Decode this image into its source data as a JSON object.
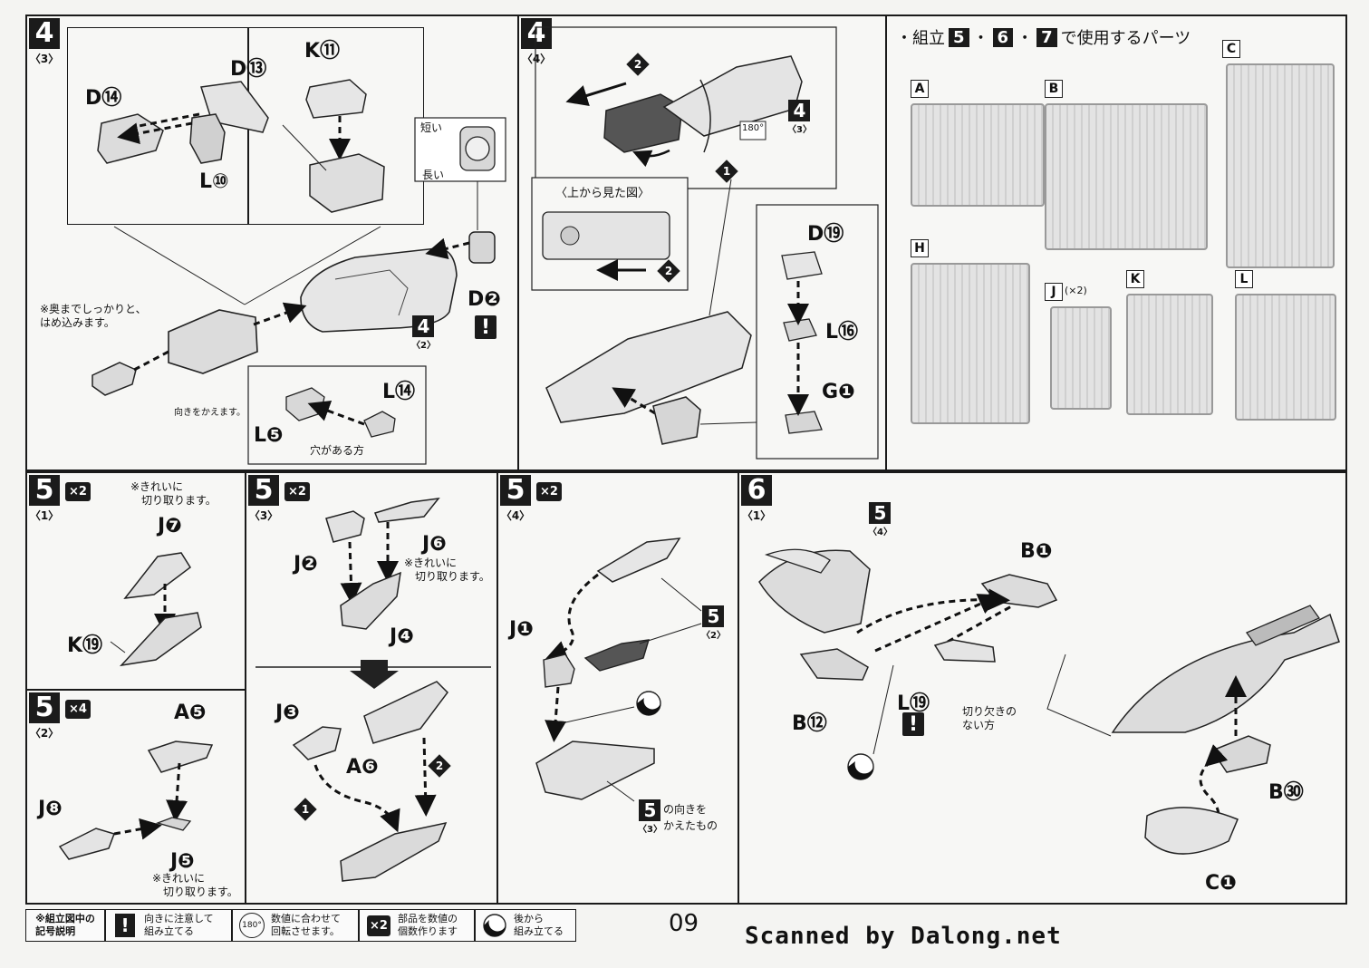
{
  "panels": {
    "p4_3": {
      "step": "4",
      "sub": "〈3〉",
      "parts": {
        "d13": "D⑬",
        "d14": "D⑭",
        "l10": "L⑩",
        "k11": "K⑪",
        "d2": "D❷",
        "l14": "L⑭",
        "l5": "L❺"
      },
      "notes": {
        "short": "短い",
        "long": "長い",
        "press": "※奥までしっかりと、\nはめ込みます。",
        "turn": "向きをかえます。",
        "hole": "穴がある方"
      },
      "ref": {
        "n": "4",
        "s": "〈2〉"
      }
    },
    "p4_4": {
      "step": "4",
      "sub": "〈4〉",
      "parts": {
        "d19": "D⑲",
        "l16": "L⑯",
        "g1": "G❶"
      },
      "notes": {
        "topview": "〈上から見た図〉"
      },
      "ref": {
        "n": "4",
        "s": "〈3〉"
      },
      "rotate": "180°"
    },
    "parts_list": {
      "title_prefix": "・組立",
      "title_steps": [
        "5",
        "6",
        "7"
      ],
      "title_suffix": "で使用するパーツ",
      "runners": [
        {
          "id": "A"
        },
        {
          "id": "B"
        },
        {
          "id": "C"
        },
        {
          "id": "H"
        },
        {
          "id": "J",
          "qty": "(×2)"
        },
        {
          "id": "K"
        },
        {
          "id": "L"
        }
      ]
    },
    "p5_1": {
      "step": "5",
      "sub": "〈1〉",
      "mult": "×2",
      "parts": {
        "j7": "J❼",
        "k19": "K⑲"
      },
      "notes": {
        "cut": "※きれいに\n　切り取ります。"
      }
    },
    "p5_2": {
      "step": "5",
      "sub": "〈2〉",
      "mult": "×4",
      "parts": {
        "a5": "A❺",
        "j8": "J❽",
        "j5": "J❺"
      },
      "notes": {
        "cut": "※きれいに\n　切り取ります。"
      }
    },
    "p5_3": {
      "step": "5",
      "sub": "〈3〉",
      "mult": "×2",
      "parts": {
        "j2": "J❷",
        "j6": "J❻",
        "j4": "J❹",
        "j3": "J❸",
        "a6": "A❻"
      },
      "notes": {
        "cut": "※きれいに\n　切り取ります。"
      }
    },
    "p5_4": {
      "step": "5",
      "sub": "〈4〉",
      "mult": "×2",
      "parts": {
        "j1": "J❶"
      },
      "ref": {
        "n": "5",
        "s": "〈2〉"
      },
      "ref2": {
        "n": "5",
        "s": "〈3〉"
      },
      "notes": {
        "dir_a": "の向きを",
        "dir_b": "かえたもの"
      }
    },
    "p6_1": {
      "step": "6",
      "sub": "〈1〉",
      "parts": {
        "b1": "B❶",
        "b12": "B⑫",
        "l19": "L⑲",
        "b30": "B㉚",
        "c1": "C❶"
      },
      "ref": {
        "n": "5",
        "s": "〈4〉"
      },
      "notes": {
        "notch": "切り欠きの\nない方"
      }
    }
  },
  "legend": {
    "title": "※組立図中の\n記号説明",
    "items": [
      {
        "icon": "warning-icon",
        "text": "向きに注意して\n組み立てる"
      },
      {
        "icon": "rotate-180-icon",
        "glyph": "180°",
        "text": "数値に合わせて\n回転させます。"
      },
      {
        "icon": "multiply-icon",
        "glyph": "×2",
        "text": "部品を数値の\n個数作ります"
      },
      {
        "icon": "back-view-icon",
        "text": "後から\n組み立てる"
      }
    ]
  },
  "page_number": "09",
  "footer_credit": "Scanned by Dalong.net"
}
